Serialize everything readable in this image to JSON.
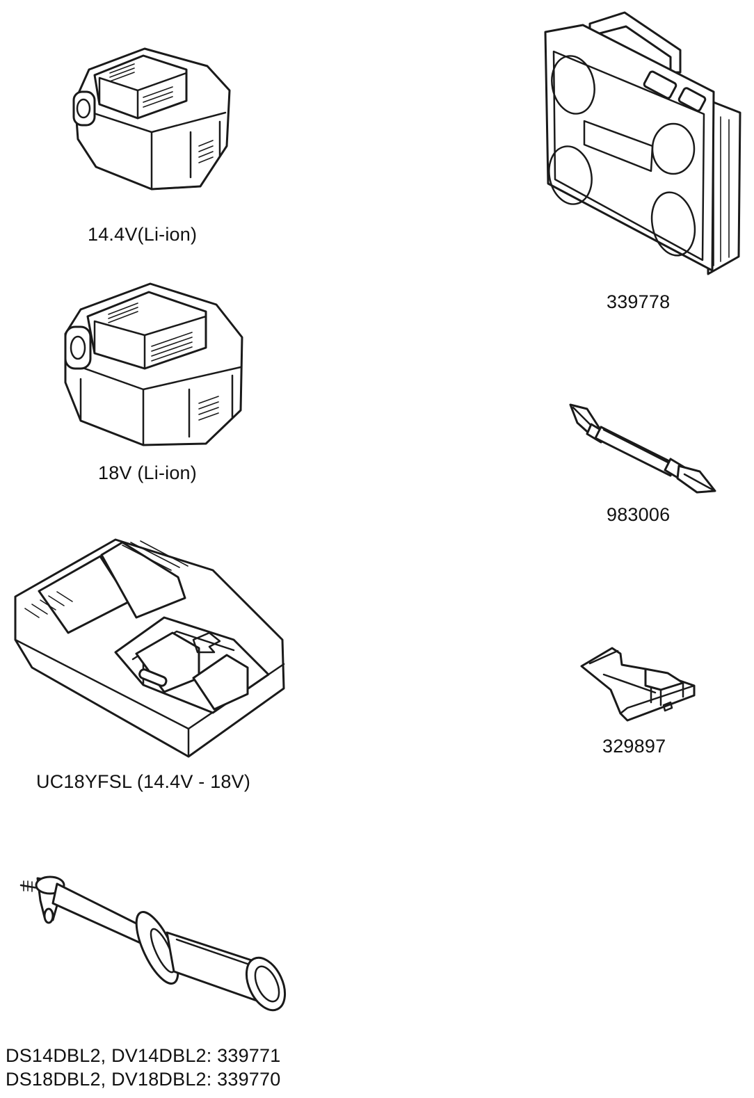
{
  "items": {
    "battery_14v": {
      "caption": "14.4V(Li-ion)"
    },
    "battery_18v": {
      "caption": "18V (Li-ion)"
    },
    "charger": {
      "caption": "UC18YFSL (14.4V - 18V)"
    },
    "side_handle": {
      "caption_line1": "DS14DBL2, DV14DBL2: 339771",
      "caption_line2": "DS18DBL2, DV18DBL2: 339770"
    },
    "carrying_case": {
      "caption": "339778"
    },
    "driver_bit": {
      "caption": "983006"
    },
    "hook": {
      "caption": "329897"
    }
  },
  "icons": [
    "battery-icon",
    "charger-icon",
    "side-handle-icon",
    "carrying-case-icon",
    "driver-bit-icon",
    "hook-icon"
  ]
}
